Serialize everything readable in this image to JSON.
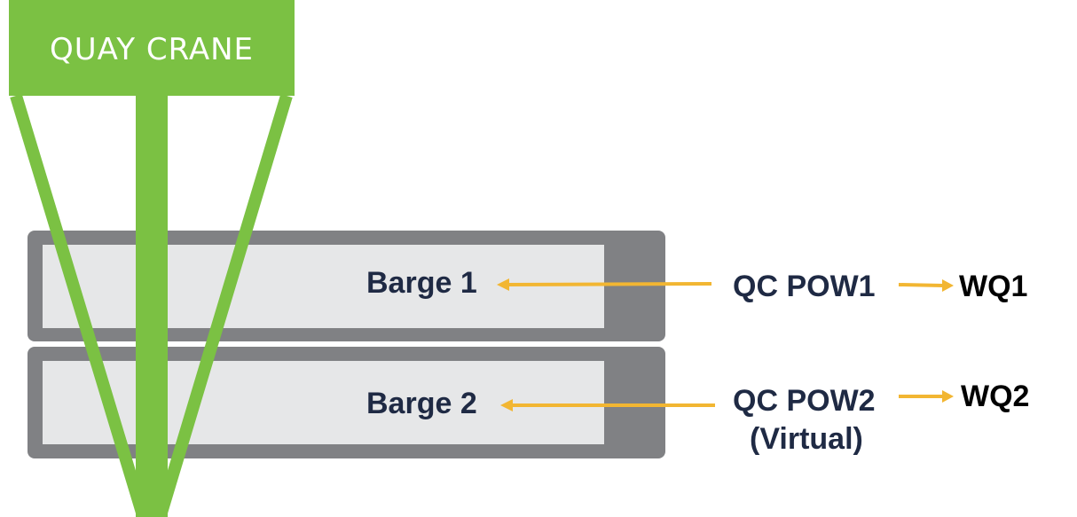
{
  "crane": {
    "label": "QUAY CRANE"
  },
  "barges": [
    {
      "label": "Barge 1"
    },
    {
      "label": "Barge 2"
    }
  ],
  "pows": [
    {
      "label": "QC POW1",
      "sublabel": ""
    },
    {
      "label": "QC POW2",
      "sublabel": "(Virtual)"
    }
  ],
  "work_queues": [
    {
      "label": "WQ1"
    },
    {
      "label": "WQ2"
    }
  ],
  "colors": {
    "crane_green": "#7bc143",
    "barge_frame": "#808184",
    "barge_deck": "#e6e7e8",
    "arrow": "#f2b632",
    "label_text": "#1f2a44"
  }
}
